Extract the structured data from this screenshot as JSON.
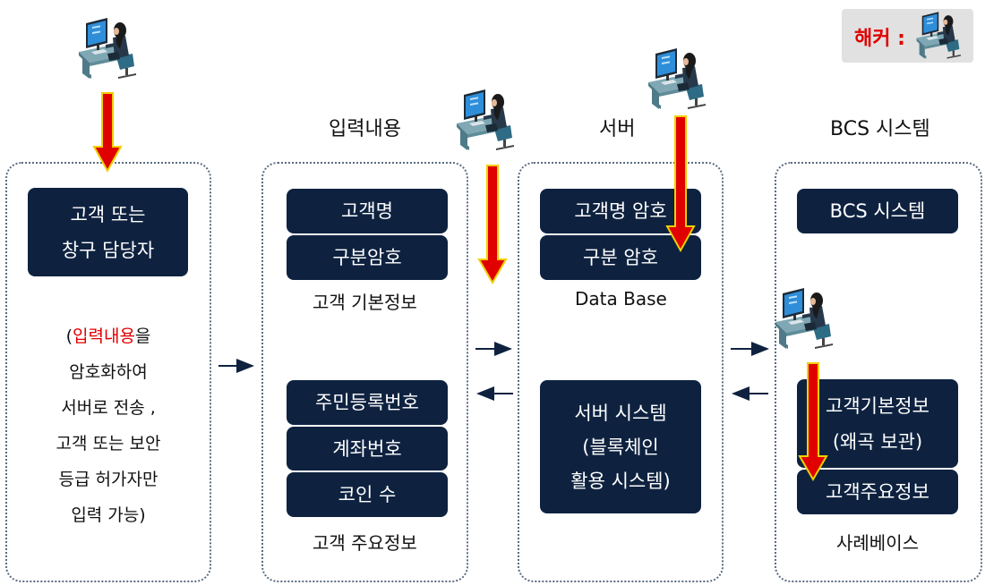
{
  "legend": {
    "label": "해커 :"
  },
  "headers": {
    "input": "입력내용",
    "server": "서버",
    "bcs": "BCS 시스템"
  },
  "panel_customer": {
    "box": {
      "line1": "고객 또는",
      "line2": "창구 담당자"
    },
    "description": {
      "open_paren": "(",
      "highlight": "입력내용",
      "after_highlight": "을",
      "lines": [
        "암호화하여",
        "서버로 전송 ,",
        "고객 또는 보안",
        "등급 허가자만",
        "입력 가능)"
      ]
    }
  },
  "panel_input": {
    "basic_boxes": [
      "고객명",
      "구분암호"
    ],
    "basic_label": "고객 기본정보",
    "major_boxes": [
      "주민등록번호",
      "계좌번호",
      "코인 수"
    ],
    "major_label": "고객 주요정보"
  },
  "panel_server": {
    "db_boxes": [
      "고객명 암호",
      "구분 암호"
    ],
    "db_label": "Data Base",
    "system_box": {
      "line1": "서버 시스템",
      "line2": "(블록체인",
      "line3": "활용 시스템)"
    }
  },
  "panel_bcs": {
    "system_box": "BCS 시스템",
    "info_box": {
      "line1": "고객기본정보",
      "line2": "(왜곡 보관)"
    },
    "major_box": "고객주요정보",
    "label": "사례베이스"
  },
  "colors": {
    "box_fill": "#0e2240",
    "panel_border": "#5b6b7e",
    "attack_arrow_fill": "#e00000",
    "attack_arrow_outline": "#f0d000",
    "legend_bg": "#e1e1e1",
    "legend_text": "#e00000"
  },
  "icons": {
    "hacker": "hacker-at-computer-icon"
  }
}
